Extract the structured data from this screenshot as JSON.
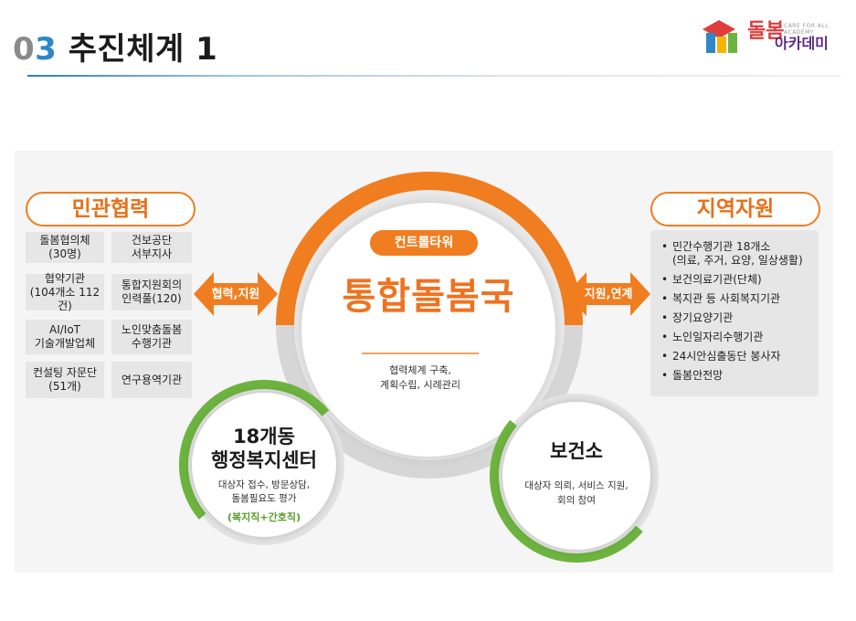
{
  "header": {
    "section_number_prefix": "0",
    "section_number_accent": "3",
    "title": "추진체계 1",
    "logo_main": "돌봄",
    "logo_sub": "CARE FOR ALL ACADEMY",
    "logo_suffix": "아카데미"
  },
  "diagram": {
    "left_panel": {
      "title": "민관협력",
      "boxes": [
        {
          "line1": "돌봄협의체",
          "line2": "(30명)"
        },
        {
          "line1": "건보공단",
          "line2": "서부지사"
        },
        {
          "line1": "협약기관",
          "line2": "(104개소 112건)"
        },
        {
          "line1": "통합지원회의",
          "line2": "인력풀(120)"
        },
        {
          "line1": "AI/IoT",
          "line2": "기술개발업체"
        },
        {
          "line1": "노인맞춤돌봄",
          "line2": "수행기관"
        },
        {
          "line1": "컨설팅 자문단",
          "line2": "(51개)"
        },
        {
          "line1": "연구용역기관",
          "line2": ""
        }
      ],
      "arrow_label": "협력,지원"
    },
    "center": {
      "badge": "컨트롤타워",
      "title": "통합돌봄국",
      "desc_line1": "협력체계 구축,",
      "desc_line2": "계획수립, 시례관리"
    },
    "right_panel": {
      "title": "지역자원",
      "arrow_label": "지원,연계",
      "items": [
        {
          "text": "민간수행기관 18개소",
          "sub": "(의료, 주거, 요양, 일상생활)"
        },
        {
          "text": "보건의료기관(단체)",
          "sub": ""
        },
        {
          "text": "복지관 등 사회복지기관",
          "sub": ""
        },
        {
          "text": "장기요양기관",
          "sub": ""
        },
        {
          "text": "노인일자리수행기관",
          "sub": ""
        },
        {
          "text": "24시안심출동단 봉사자",
          "sub": ""
        },
        {
          "text": "돌봄안전망",
          "sub": ""
        }
      ],
      "bullet": "•"
    },
    "bottom_left": {
      "title_line1": "18개동",
      "title_line2": "행정복지센터",
      "desc_line1": "대상자 접수, 방문상담,",
      "desc_line2": "돌봄필요도 평가",
      "tag": "(복지직+간호직)"
    },
    "bottom_right": {
      "title": "보건소",
      "desc_line1": "대상자 의뢰, 서비스 지원,",
      "desc_line2": "회의 참여"
    },
    "colors": {
      "orange": "#f07d1f",
      "green": "#6db33f",
      "blue_accent": "#2f86c8",
      "box_gray": "#e6e6e6"
    }
  }
}
